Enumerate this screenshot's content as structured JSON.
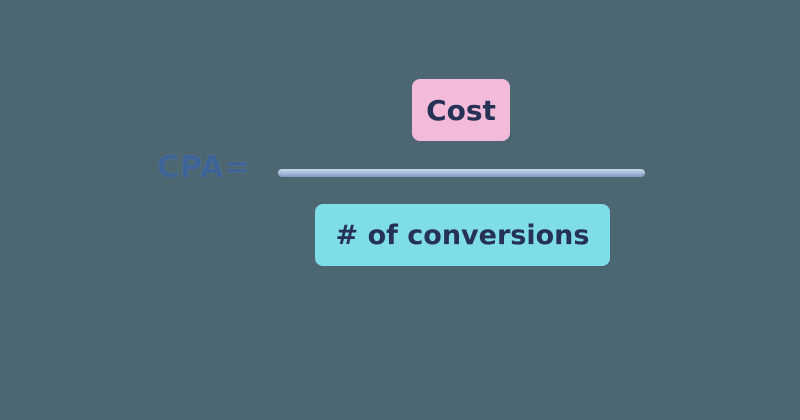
{
  "canvas": {
    "background_color": "#4c6772"
  },
  "formula": {
    "lhs_label": "CPA=",
    "lhs_color": "#3e6396",
    "numerator": {
      "label": "Cost",
      "bg_color": "#f3bad9",
      "text_color": "#263156"
    },
    "divider": {
      "color": "#a6bddd"
    },
    "denominator": {
      "label": "# of conversions",
      "bg_color": "#7edde8",
      "text_color": "#263156"
    }
  }
}
